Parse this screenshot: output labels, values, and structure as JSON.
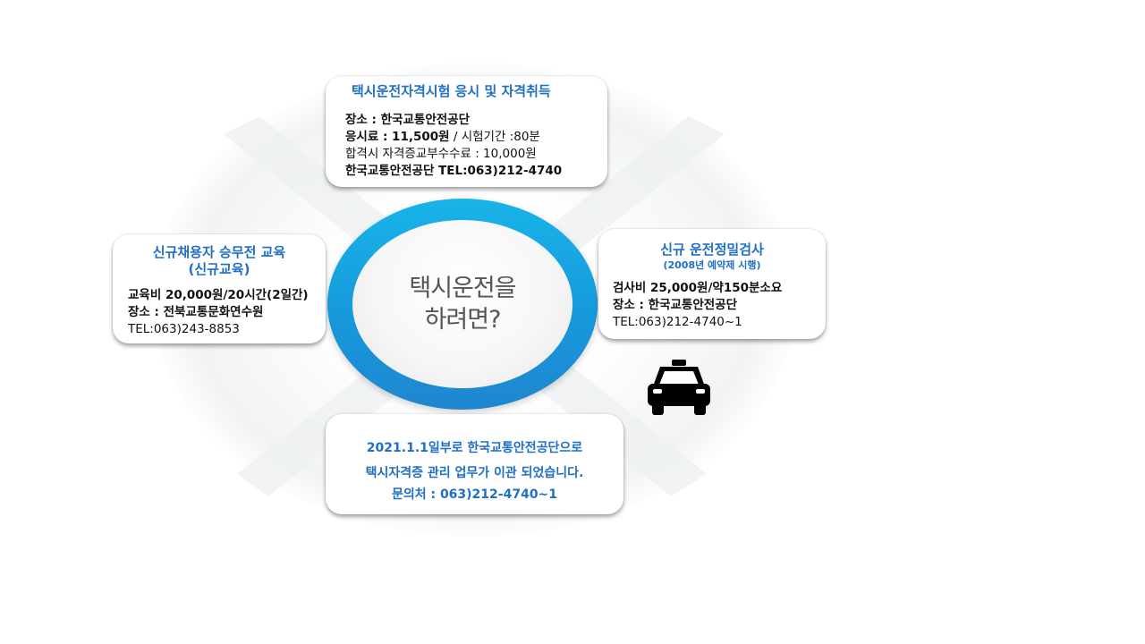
{
  "center": {
    "line1": "택시운전을",
    "line2": "하려면?"
  },
  "top_card": {
    "title": "택시운전자격시험 응시 및 자격취득",
    "location_label": "장소 : 한국교통안전공단",
    "fee_label": "응시료 : 11,500원",
    "fee_rest": "  / 시험기간 :80분",
    "pass_fee": " 합격시 자격증교부수수료 : 10,000원",
    "contact": " 한국교통안전공단 TEL:063)212-4740"
  },
  "left_card": {
    "title": "신규채용자 승무전 교육",
    "subtitle": "(신규교육)",
    "fee": "교육비 20,000원/20시간(2일간)",
    "location": "장소 : 전북교통문화연수원",
    "tel": "TEL:063)243-8853"
  },
  "right_card": {
    "title": "신규 운전정밀검사",
    "subtitle": "(2008년 예약제 시행)",
    "fee": "검사비 25,000원/약150분소요",
    "location": "장소 : 한국교통안전공단",
    "tel": "TEL:063)212-4740~1"
  },
  "bottom_card": {
    "line1": "2021.1.1일부로 한국교통안전공단으로",
    "line2": "택시자격증 관리 업무가 이관 되었습니다.",
    "line3": "문의처 : 063)212-4740~1"
  },
  "icons": {
    "taxi": "taxi-icon"
  },
  "colors": {
    "accent_blue": "#1f6fc4",
    "ring_blue": "#1799dc",
    "center_text": "#555555"
  }
}
